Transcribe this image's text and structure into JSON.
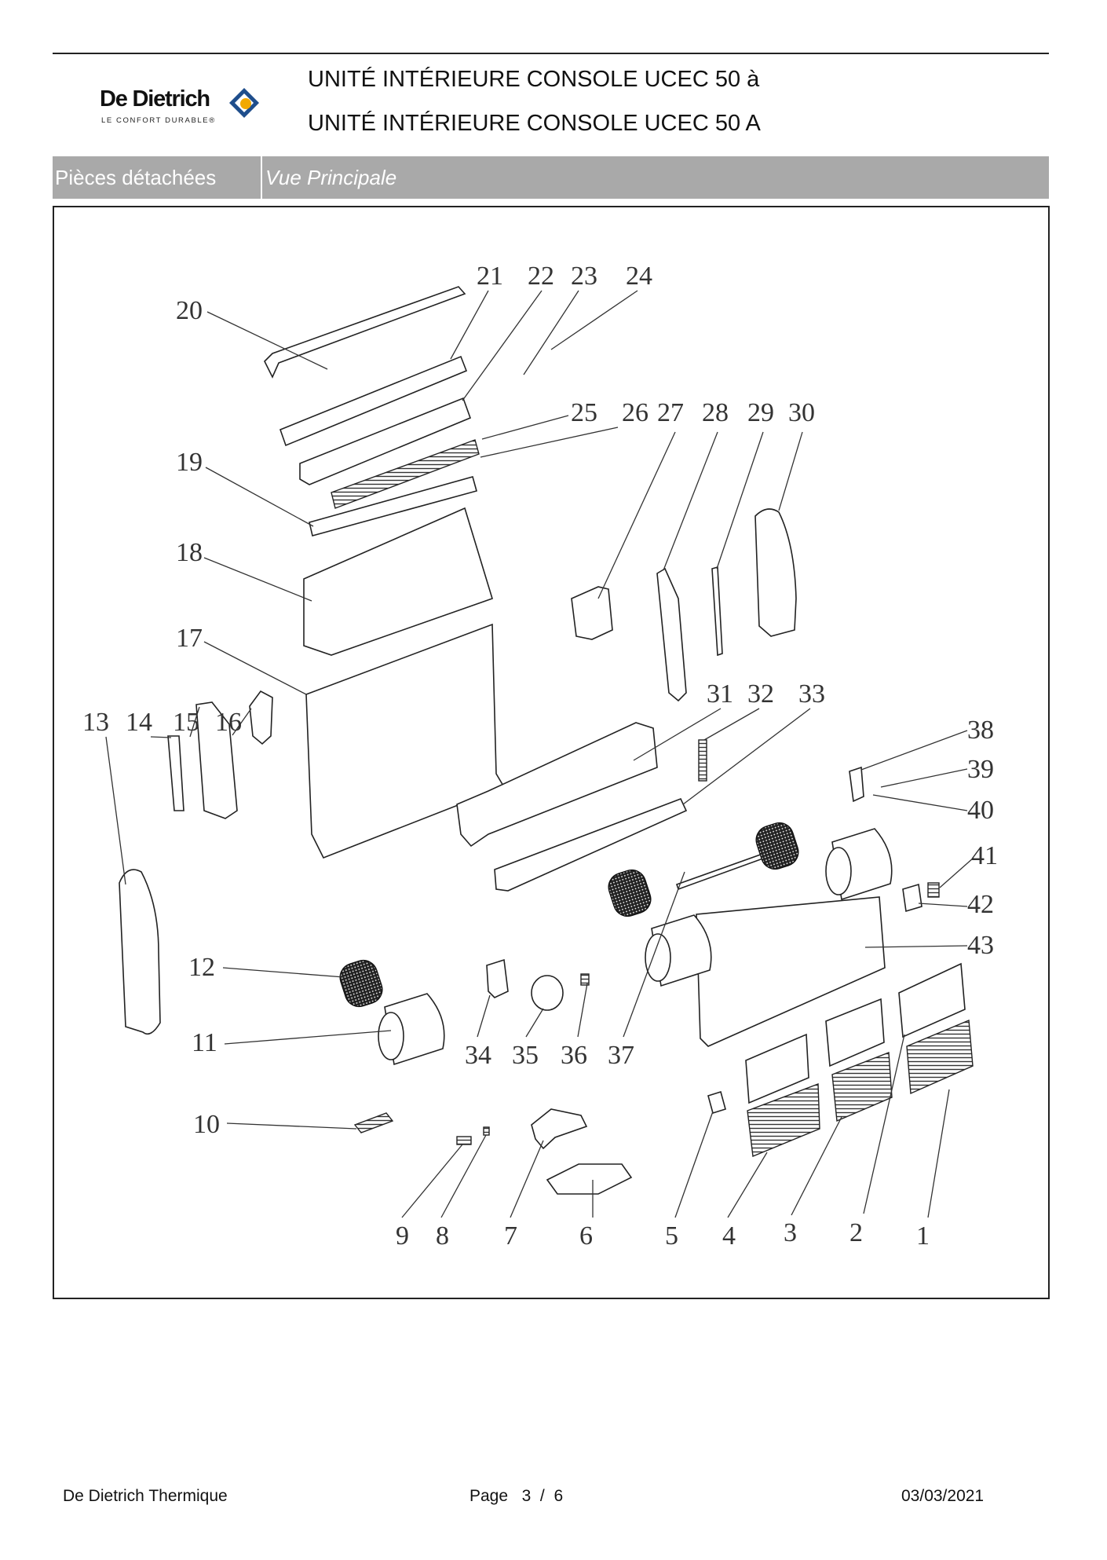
{
  "header": {
    "brand": {
      "name": "De Dietrich",
      "tagline": "LE CONFORT DURABLE®",
      "colors": {
        "mark_blue": "#1f4e8c",
        "mark_orange": "#f2a900"
      }
    },
    "title_lines": [
      "UNITÉ INTÉRIEURE CONSOLE UCEC 50 à",
      "UNITÉ INTÉRIEURE CONSOLE UCEC 50 A"
    ]
  },
  "section": {
    "category": "Pièces détachées",
    "view": "Vue Principale",
    "bar_color": "#a9a9a9"
  },
  "diagram": {
    "description": "Exploded view of indoor console unit UCEC 50",
    "part_numbers": [
      "1",
      "2",
      "3",
      "4",
      "5",
      "6",
      "7",
      "8",
      "9",
      "10",
      "11",
      "12",
      "13",
      "14",
      "15",
      "16",
      "17",
      "18",
      "19",
      "20",
      "21",
      "22",
      "23",
      "24",
      "25",
      "26",
      "27",
      "28",
      "29",
      "30",
      "31",
      "32",
      "33",
      "34",
      "35",
      "36",
      "37",
      "38",
      "39",
      "40",
      "41",
      "42",
      "43"
    ]
  },
  "footer": {
    "company": "De Dietrich Thermique",
    "page_label": "Page",
    "page_current": "3",
    "page_separator": "/",
    "page_total": "6",
    "date": "03/03/2021"
  }
}
